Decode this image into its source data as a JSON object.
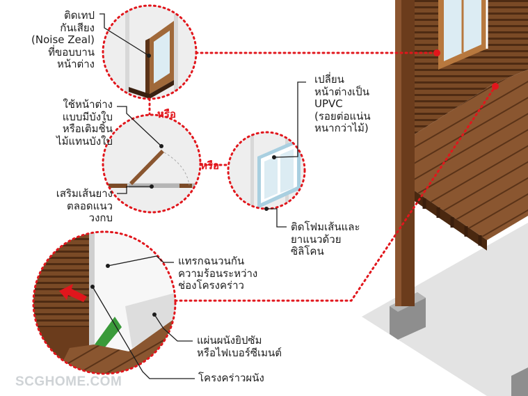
{
  "labels": {
    "noise_tape": "ติดเทป\nกันเสียง\n(Noise Zeal)\nที่ขอบบาน\nหน้าต่าง",
    "panel_window": "ใช้หน้าต่าง\nแบบมีบังใบ\nหรือเติมชิ้น\nไม้แทนบังใบ",
    "rubber_strip": "เสริมเส้นยาง\nตลอดแนว\nวงกบ",
    "upvc_window": "เปลี่ยน\nหน้าต่างเป็น\nUPVC\n(รอยต่อแน่น\nหนากว่าไม้)",
    "foam_silicone": "ติดโฟมเส้นและ\nยาแนวด้วย\nซิลิโคน",
    "insulation": "แทรกฉนวนกัน\nความร้อนระหว่าง\nช่องโครงคร่าว",
    "board": "แผ่นผนังยิปซัม\nหรือไฟเบอร์ซีเมนต์",
    "frame": "โครงคร่าวผนัง"
  },
  "connectors": {
    "or_1": "หรือ",
    "or_2": "หรือ"
  },
  "watermark": "SCGHOME.COM",
  "colors": {
    "accent_red": "#e1161c",
    "wood_dark": "#5a3318",
    "wood_mid": "#7a4a26",
    "wood_light": "#9b6538",
    "window_frame": "#b7783e",
    "glass": "#dcecf3",
    "ground": "#e3e3e3",
    "bubble_bg": "#eeeeee",
    "wall_white": "#f7f7f7",
    "insulation_green": "#3a9a3a"
  }
}
